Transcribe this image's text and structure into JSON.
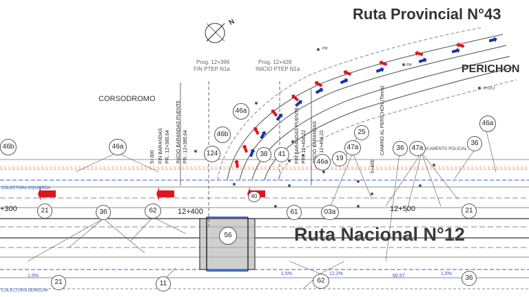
{
  "titles": {
    "provincial": "Ruta Provincial N°43",
    "nacional": "Ruta Nacional N°12",
    "perichon": "PERICHON",
    "corsodromo": "CORSODROMO"
  },
  "north": "N",
  "progs": {
    "p1_line1": "Prog. 12+396",
    "p1_line2": "FIN PTEP N1a",
    "p2_line1": "Prog. 12+428",
    "p2_line2": "INICIO PTEP N1a"
  },
  "chainages": {
    "c300": "+300",
    "c400": "12+400",
    "c500": "12+500",
    "c5300": "5+300",
    "c5400": "5+400"
  },
  "vertical_texts": {
    "v1": "FIN BARANDAS",
    "v2": "PR.: 12+385,64",
    "v3": "INICIO BARANDAS PUENTE",
    "v4": "PR.: 12+385,64",
    "v5": "FIN BARANDAS PUENTE",
    "v6": "PR.: 12+454,22",
    "v7": "INICIO BARANDAS",
    "v8": "PR.: 12+454,22",
    "v9": "CAMINO AL PERICHON (Tierra)",
    "v10": "DESTACAMENTO POLICIAL",
    "v11": "COLECTORA IZQUIERDA",
    "v12": "COLECTORA DERECHA"
  },
  "small_marks": {
    "pm1": "PM",
    "pm2": "PM",
    "pm3": "PH13,2",
    "slope1": "1,5%",
    "slope2": "1,5%",
    "slope3": "12,2%",
    "slope4": "60,57",
    "slope5": "1,5%"
  },
  "bubbles": {
    "b46b_left": "46b",
    "b46a_left": "46a",
    "b46a_mid": "46a",
    "b46b_mid": "46b",
    "b124": "124",
    "b38": "38",
    "b41": "41",
    "b46a_right": "46a",
    "b19": "19",
    "b25": "25",
    "b47a_1": "47a",
    "b36_a": "36",
    "b47a_2": "47a",
    "b36_b": "36",
    "b46a_far": "46a",
    "b21_a": "21",
    "b36_c": "36",
    "b62_a": "62",
    "b56": "56",
    "b61": "61",
    "b03a": "03a",
    "b21_b": "21",
    "b21_c": "21",
    "b11": "11",
    "b62_b": "62",
    "b36_d": "36",
    "b40": "40"
  },
  "colors": {
    "arrow_red": "#e0141c",
    "arrow_blue": "#1a2fa8",
    "line_blue": "#2a62d6",
    "line_orange": "#f08a2a",
    "line_dark": "#444444"
  }
}
